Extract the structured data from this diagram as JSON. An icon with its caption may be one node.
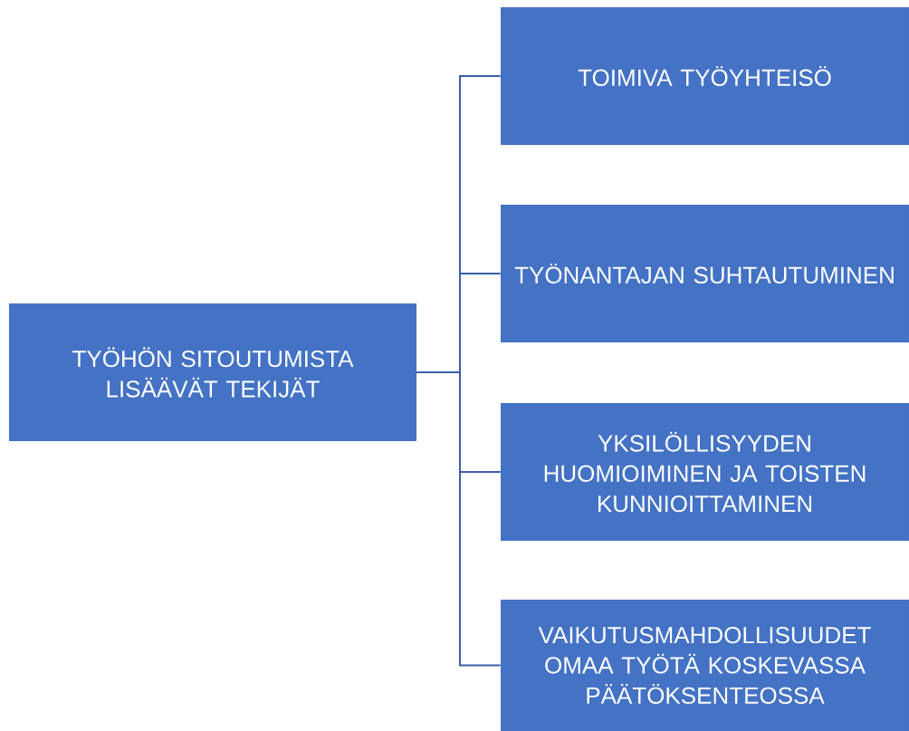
{
  "diagram": {
    "nodes": [
      {
        "text": [
          "TYÖHÖN SITOUTUMISTA LISÄÄVÄT TEKIJÄT"
        ]
      },
      {
        "text": [
          "TOIMIVA TYÖYHTEISÖ"
        ]
      },
      {
        "text": [
          "TYÖNANTAJAN SUHTAUTUMINEN"
        ]
      },
      {
        "text": [
          "YKSILÖLLISYYDEN HUOMIOIMINEN JA TOISTEN KUNNIOITTAMINEN"
        ]
      },
      {
        "text": [
          "VAIKUTUSMAHDOLLISUUDET OMAA TYÖTÄ KOSKEVASSA PÄÄTÖKSENTEOSSA"
        ]
      }
    ],
    "edges": [
      {
        "from": 0,
        "to": 1,
        "arrow": "none"
      },
      {
        "from": 0,
        "to": 2,
        "arrow": "none"
      },
      {
        "from": 0,
        "to": 3,
        "arrow": "none"
      },
      {
        "from": 0,
        "to": 4,
        "arrow": "none"
      }
    ]
  }
}
